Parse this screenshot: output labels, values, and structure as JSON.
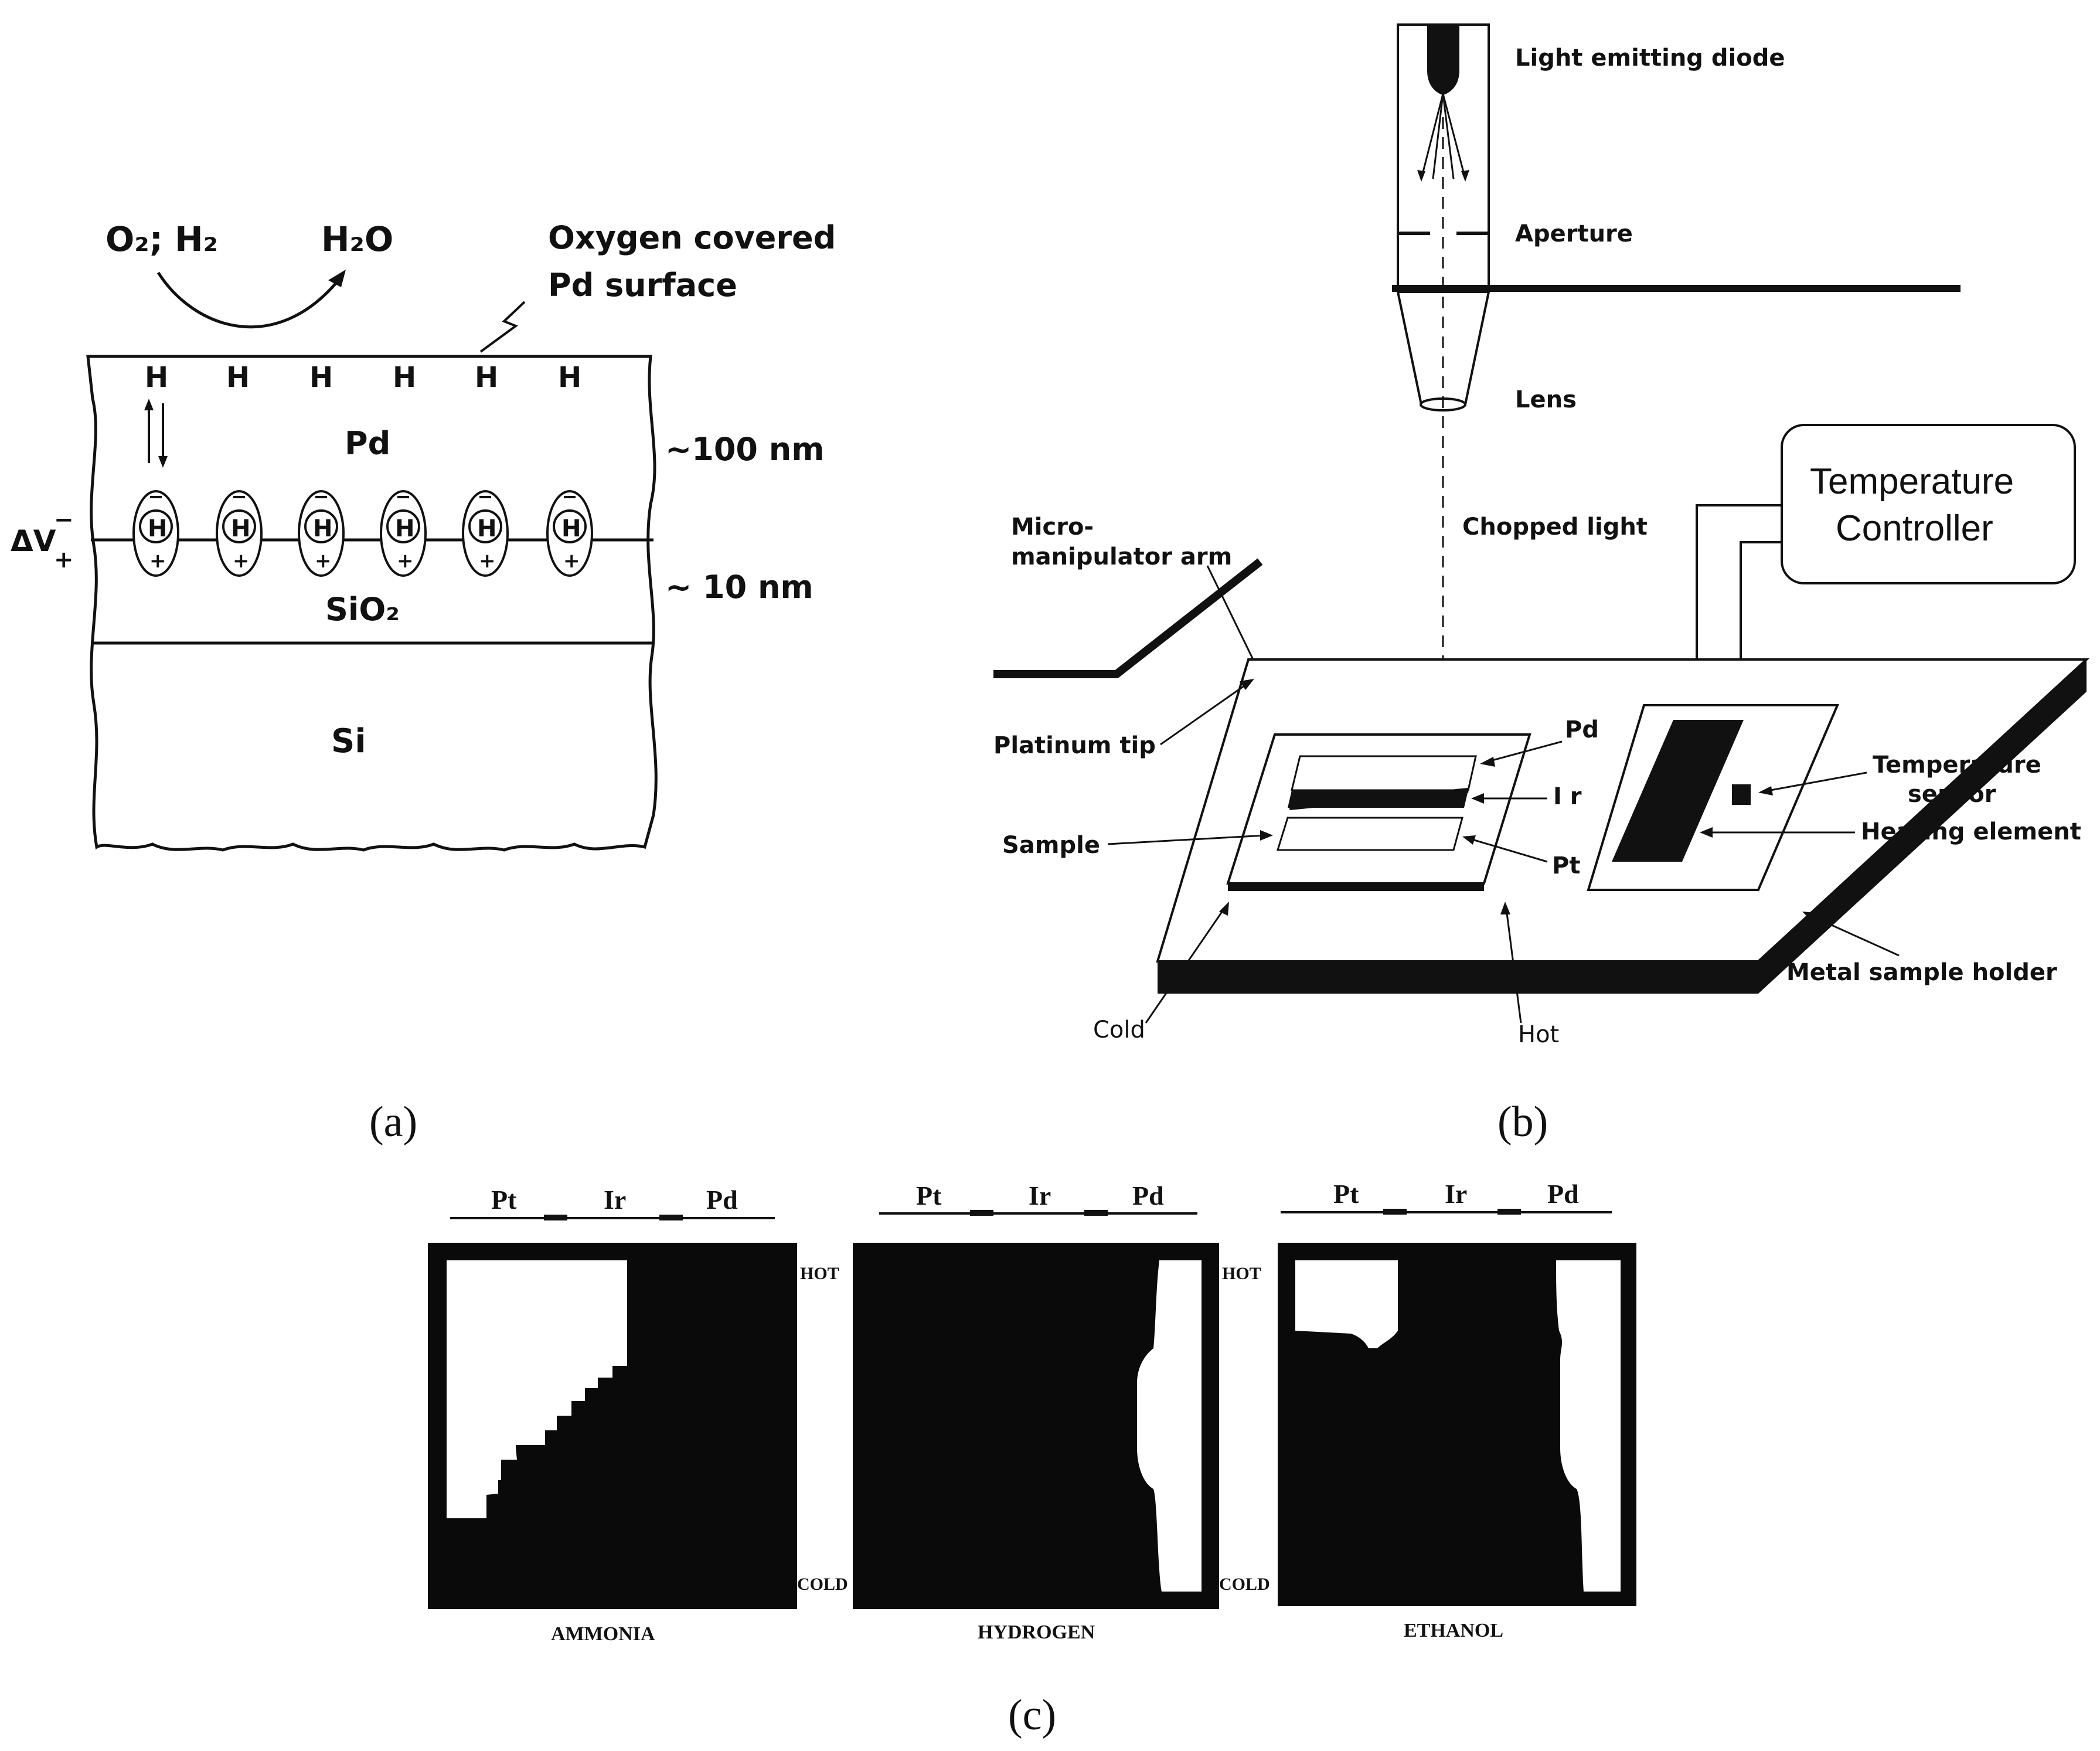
{
  "panel_a": {
    "caption": "(a)",
    "reaction_left": "O₂; H₂",
    "reaction_right": "H₂O",
    "surface_label_1": "Oxygen covered",
    "surface_label_2": "Pd surface",
    "surface_atom": "H",
    "layer_pd": "Pd",
    "layer_sio2": "SiO₂",
    "layer_si": "Si",
    "thickness_pd": "~100 nm",
    "thickness_sio2": "~ 10 nm",
    "voltage_label": "ΔV",
    "charge_minus": "−",
    "charge_plus": "+",
    "dipole_atom": "H"
  },
  "panel_b": {
    "caption": "(b)",
    "led": "Light emitting diode",
    "aperture": "Aperture",
    "lens": "Lens",
    "chopped_light": "Chopped light",
    "arm_1": "Micro-",
    "arm_2": "manipulator  arm",
    "controller_1": "Temperature",
    "controller_2": "Controller",
    "platinum_tip": "Platinum  tip",
    "sample": "Sample",
    "pd": "Pd",
    "ir": "I r",
    "pt": "Pt",
    "temp_sensor_1": "Temperature",
    "temp_sensor_2": "sensor",
    "heating_element": "Heating  element",
    "metal_holder": "Metal  sample  holder",
    "cold": "Cold",
    "hot": "Hot"
  },
  "panel_c": {
    "caption": "(c)",
    "hot": "HOT",
    "cold": "COLD",
    "columns": [
      "Pt",
      "Ir",
      "Pd"
    ],
    "images": [
      "AMMONIA",
      "HYDROGEN",
      "ETHANOL"
    ]
  }
}
